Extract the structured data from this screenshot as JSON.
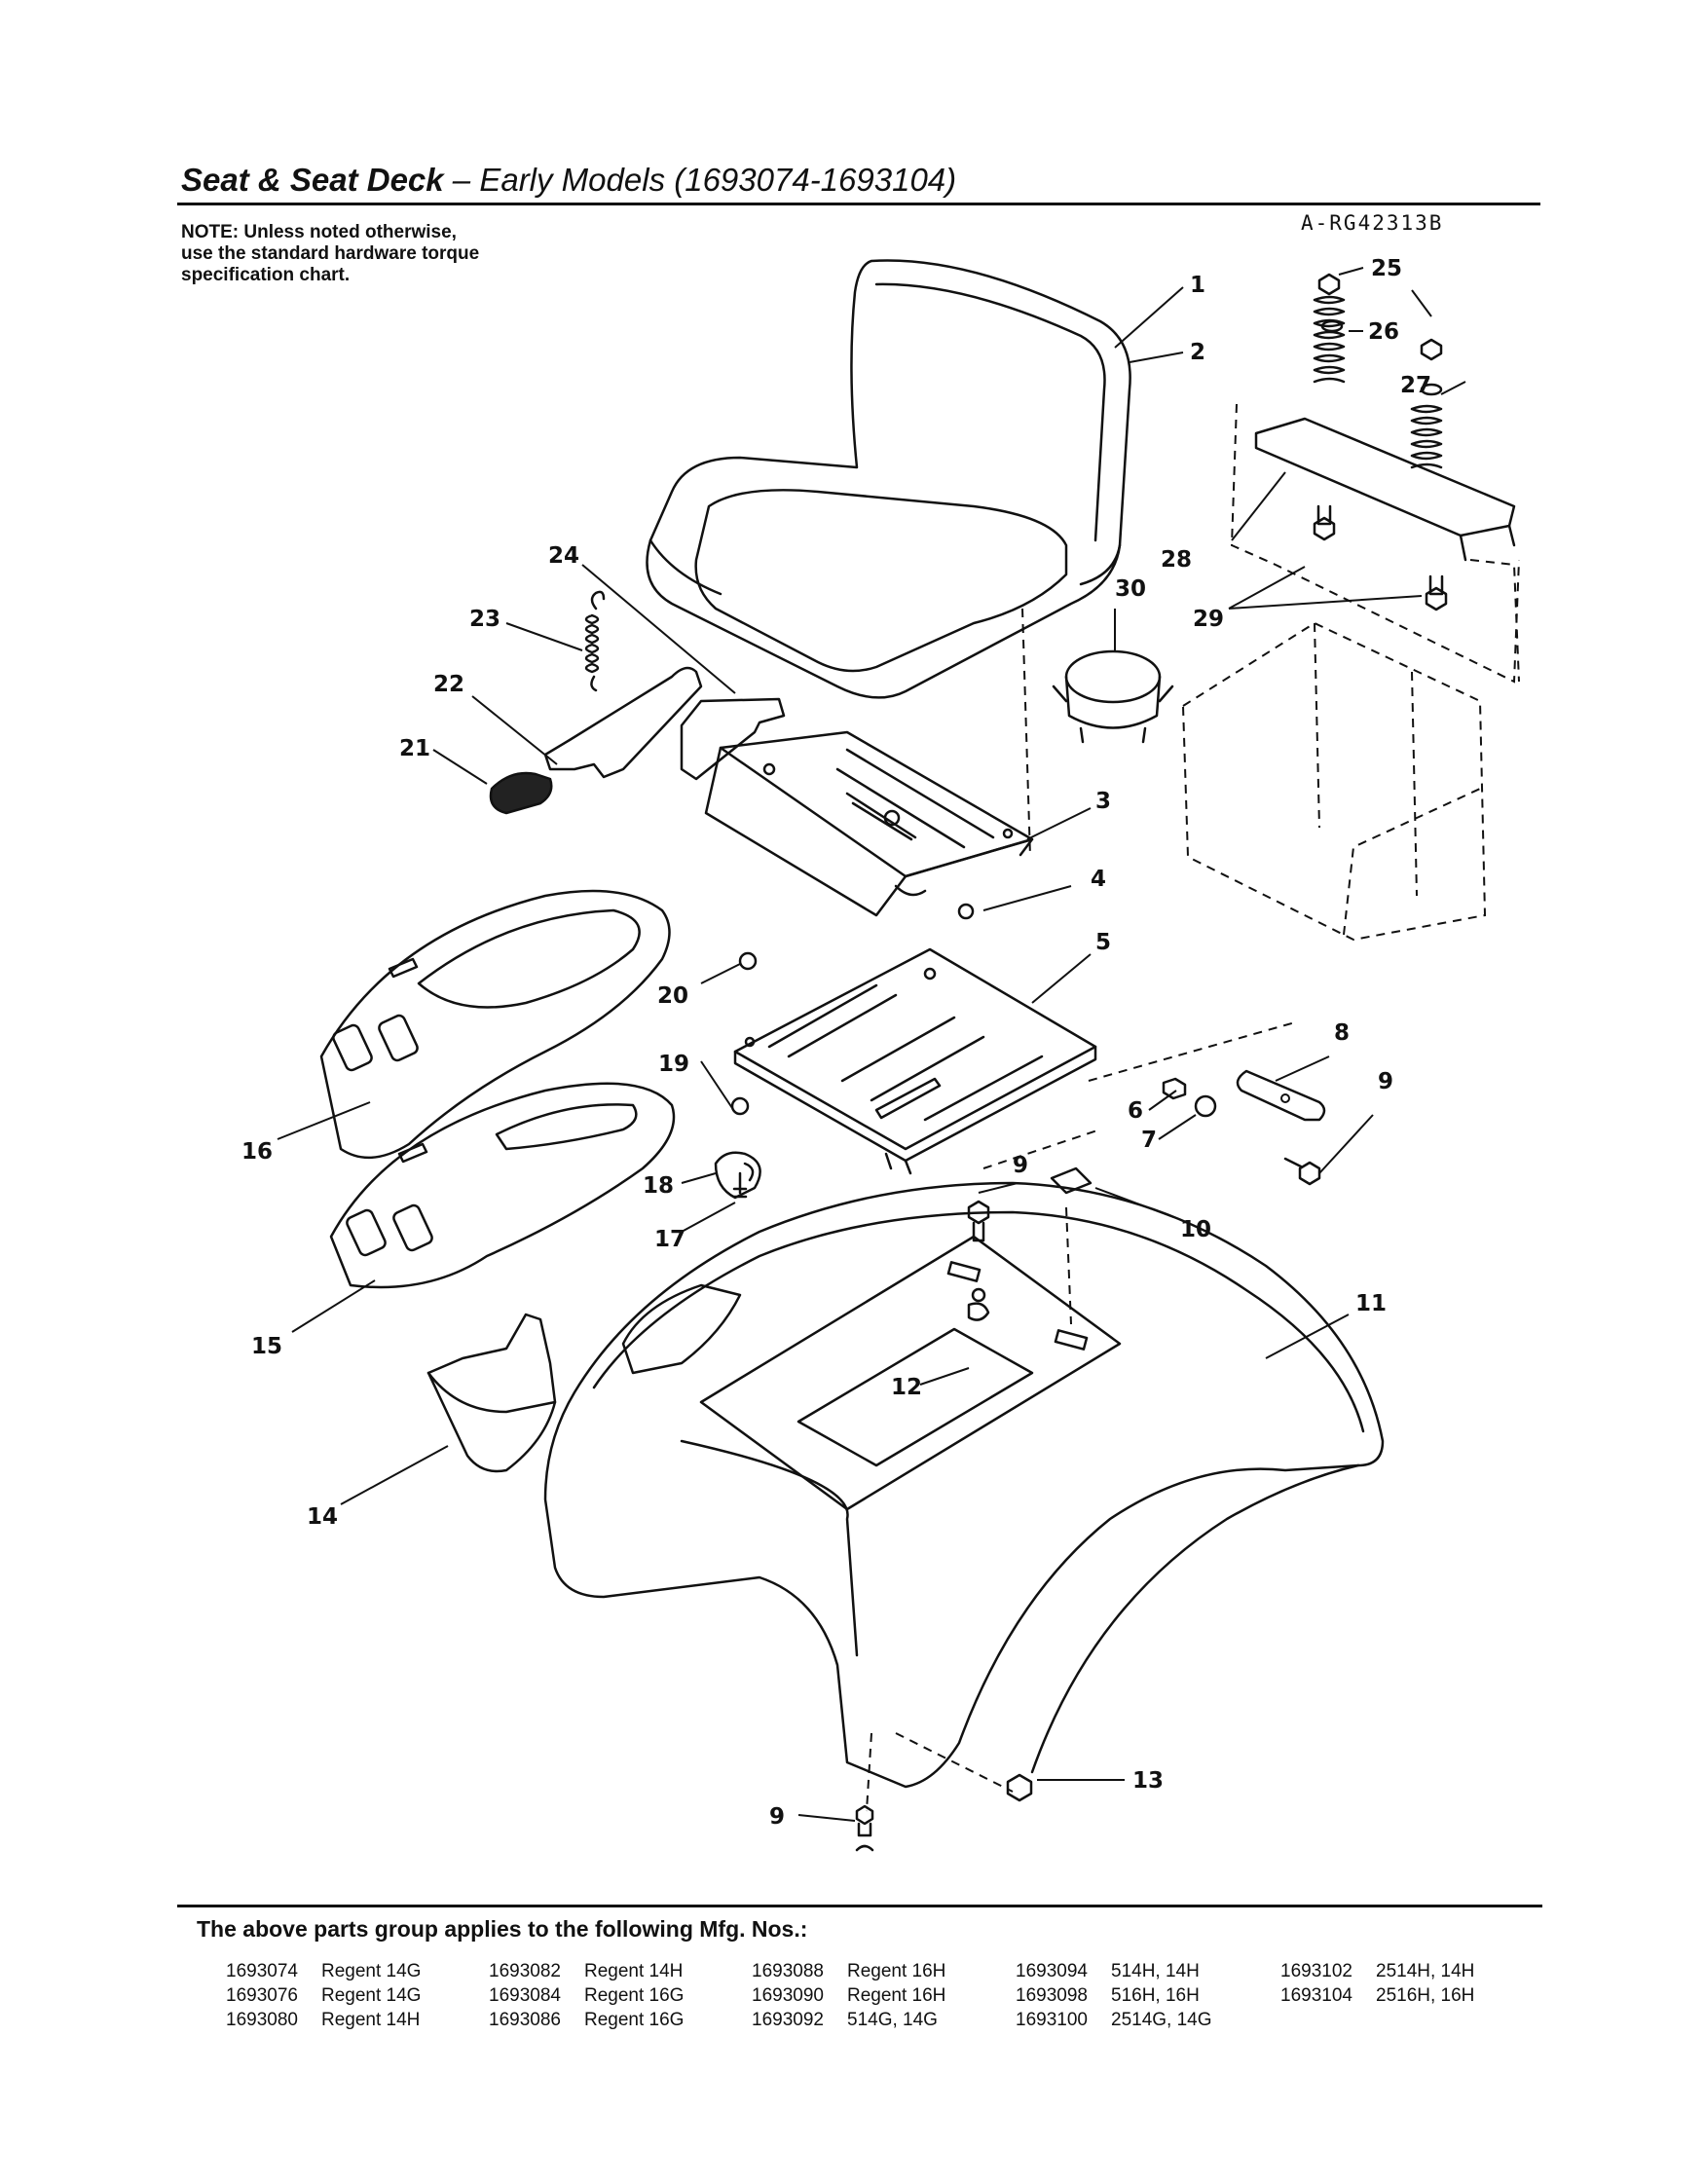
{
  "header": {
    "title_bold": "Seat & Seat Deck",
    "title_rest": " – Early Models (1693074-1693104)",
    "note_line1": "NOTE: Unless noted otherwise,",
    "note_line2": "use the standard hardware torque",
    "note_line3": "specification chart.",
    "drawing_code": "A-RG42313B"
  },
  "callouts": [
    "1",
    "2",
    "3",
    "4",
    "5",
    "6",
    "7",
    "8",
    "9",
    "9",
    "9",
    "10",
    "11",
    "12",
    "13",
    "14",
    "15",
    "16",
    "17",
    "18",
    "19",
    "20",
    "21",
    "22",
    "23",
    "24",
    "25",
    "26",
    "27",
    "28",
    "29",
    "30"
  ],
  "footer": {
    "applies_text": "The above parts group applies to the following Mfg. Nos.:",
    "columns": [
      [
        {
          "num": "1693074",
          "model": "Regent 14G"
        },
        {
          "num": "1693076",
          "model": "Regent 14G"
        },
        {
          "num": "1693080",
          "model": "Regent 14H"
        }
      ],
      [
        {
          "num": "1693082",
          "model": "Regent 14H"
        },
        {
          "num": "1693084",
          "model": "Regent 16G"
        },
        {
          "num": "1693086",
          "model": "Regent 16G"
        }
      ],
      [
        {
          "num": "1693088",
          "model": "Regent 16H"
        },
        {
          "num": "1693090",
          "model": "Regent 16H"
        },
        {
          "num": "1693092",
          "model": "514G, 14G"
        }
      ],
      [
        {
          "num": "1693094",
          "model": "514H, 14H"
        },
        {
          "num": "1693098",
          "model": "516H, 16H"
        },
        {
          "num": "1693100",
          "model": "2514G, 14G"
        }
      ],
      [
        {
          "num": "1693102",
          "model": "2514H, 14H"
        },
        {
          "num": "1693104",
          "model": "2516H, 16H"
        }
      ]
    ]
  }
}
